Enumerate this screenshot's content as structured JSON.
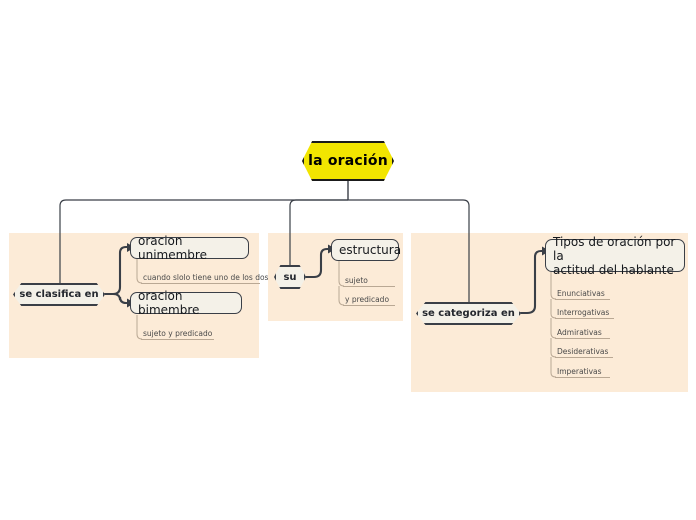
{
  "diagram": {
    "type": "mind-map",
    "title": "la oración",
    "background_color": "#ffffff",
    "panel_color": "#FCEBD7",
    "root_fill": "#F2E500",
    "node_fill": "#F4F1E8",
    "stroke_color": "#3a3f47",
    "root": {
      "label": "la oración"
    },
    "branches": [
      {
        "id": "clasificacion",
        "relation": "se clasifica en",
        "topics": [
          {
            "label": "oracion unimembre",
            "leaves": [
              {
                "label": "cuando slolo tiene uno de los dos"
              }
            ]
          },
          {
            "label": "oracion bimembre",
            "leaves": [
              {
                "label": "sujeto y predicado"
              }
            ]
          }
        ]
      },
      {
        "id": "estructura",
        "relation": "su",
        "topics": [
          {
            "label": "estructura",
            "leaves": [
              {
                "label": "sujeto"
              },
              {
                "label": "y predicado"
              }
            ]
          }
        ]
      },
      {
        "id": "categorizacion",
        "relation": "se categoriza en",
        "topics": [
          {
            "label": "Tipos de oración por la\nactitud del hablante",
            "leaves": [
              {
                "label": "Enunciativas"
              },
              {
                "label": "Interrogativas"
              },
              {
                "label": "Admirativas"
              },
              {
                "label": "Desiderativas"
              },
              {
                "label": "Imperativas"
              }
            ]
          }
        ]
      }
    ]
  }
}
